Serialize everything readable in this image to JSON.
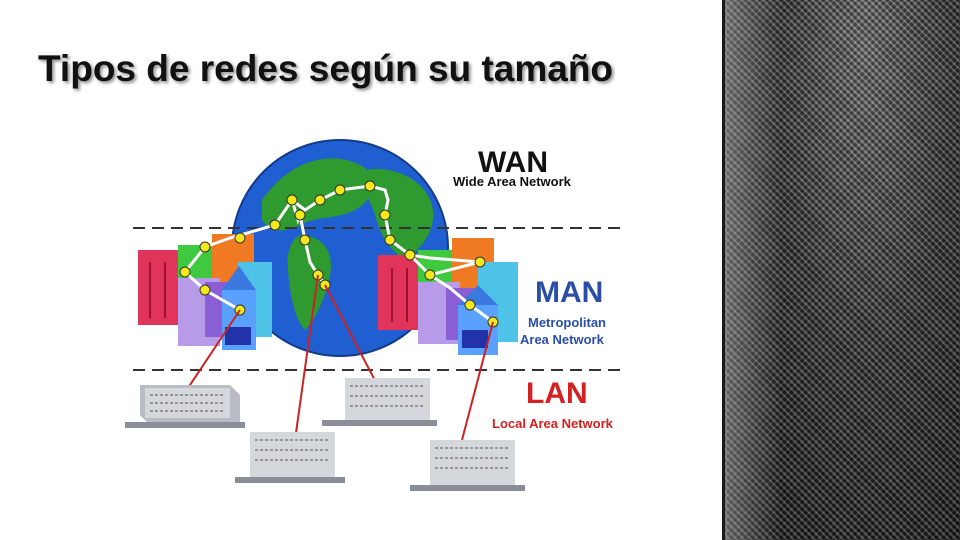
{
  "slide": {
    "title": "Tipos de redes según su tamaño"
  },
  "diagram": {
    "wan": {
      "label": "WAN",
      "description": "Wide Area Network",
      "color": "#111111"
    },
    "man": {
      "label": "MAN",
      "description_line1": "Metropolitan",
      "description_line2": "Area Network",
      "color": "#2a4ea8"
    },
    "lan": {
      "label": "LAN",
      "description": "Local Area Network",
      "color": "#d42020"
    },
    "colors": {
      "ocean": "#1f5fd1",
      "land": "#2f9a2f",
      "link_wan": "#ffffff",
      "node": "#f2e81a",
      "link_lan": "#cc2222",
      "dashed_divider": "#333333"
    }
  }
}
